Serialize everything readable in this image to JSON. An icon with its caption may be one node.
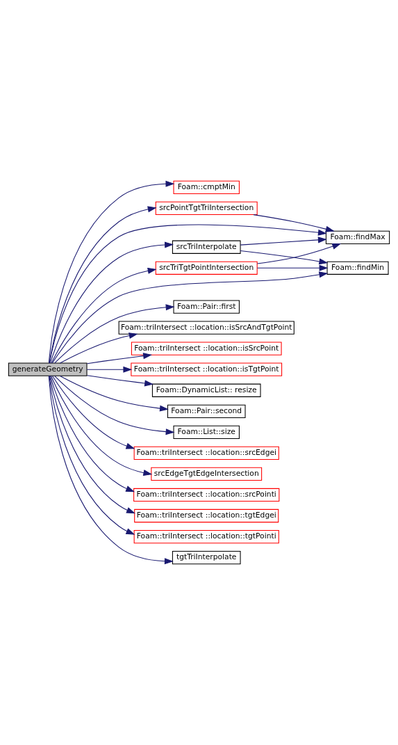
{
  "diagram": {
    "nodes": [
      {
        "text": [
          "generateGeometry"
        ]
      },
      {
        "text": [
          "Foam::cmptMin"
        ]
      },
      {
        "text": [
          "srcPointTgtTriIntersection"
        ]
      },
      {
        "text": [
          "srcTriTgtPointIntersection"
        ]
      },
      {
        "text": [
          "srcTriInterpolate"
        ]
      },
      {
        "text": [
          "Foam::findMax"
        ]
      },
      {
        "text": [
          "Foam::findMin"
        ]
      },
      {
        "text": [
          "Foam::Pair::first"
        ]
      },
      {
        "text": [
          "Foam::triIntersect ::location::isSrcAndTgtPoint"
        ]
      },
      {
        "text": [
          "Foam::triIntersect ::location::isSrcPoint"
        ]
      },
      {
        "text": [
          "Foam::triIntersect ::location::isTgtPoint"
        ]
      },
      {
        "text": [
          "Foam::DynamicList:: resize"
        ]
      },
      {
        "text": [
          "Foam::Pair::second"
        ]
      },
      {
        "text": [
          "Foam::List::size"
        ]
      },
      {
        "text": [
          "Foam::triIntersect ::location::srcEdgei"
        ]
      },
      {
        "text": [
          "srcEdgeTgtEdgeIntersection"
        ]
      },
      {
        "text": [
          "Foam::triIntersect ::location::srcPointi"
        ]
      },
      {
        "text": [
          "Foam::triIntersect ::location::tgtEdgei"
        ]
      },
      {
        "text": [
          "Foam::triIntersect ::location::tgtPointi"
        ]
      },
      {
        "text": [
          "tgtTriInterpolate"
        ]
      }
    ],
    "edges": [
      {
        "from": 0,
        "to": 1,
        "arrow": "to"
      },
      {
        "from": 0,
        "to": 2,
        "arrow": "to"
      },
      {
        "from": 0,
        "to": 5,
        "arrow": "to"
      },
      {
        "from": 0,
        "to": 3,
        "arrow": "to"
      },
      {
        "from": 0,
        "to": 4,
        "arrow": "to"
      },
      {
        "from": 0,
        "to": 6,
        "arrow": "to"
      },
      {
        "from": 0,
        "to": 7,
        "arrow": "to"
      },
      {
        "from": 0,
        "to": 8,
        "arrow": "to"
      },
      {
        "from": 0,
        "to": 9,
        "arrow": "to"
      },
      {
        "from": 0,
        "to": 10,
        "arrow": "to"
      },
      {
        "from": 0,
        "to": 11,
        "arrow": "to"
      },
      {
        "from": 0,
        "to": 12,
        "arrow": "to"
      },
      {
        "from": 0,
        "to": 13,
        "arrow": "to"
      },
      {
        "from": 0,
        "to": 14,
        "arrow": "to"
      },
      {
        "from": 0,
        "to": 15,
        "arrow": "to"
      },
      {
        "from": 0,
        "to": 16,
        "arrow": "to"
      },
      {
        "from": 0,
        "to": 17,
        "arrow": "to"
      },
      {
        "from": 0,
        "to": 18,
        "arrow": "to"
      },
      {
        "from": 0,
        "to": 19,
        "arrow": "to"
      },
      {
        "from": 2,
        "to": 5,
        "arrow": "to"
      },
      {
        "from": 3,
        "to": 5,
        "arrow": "to"
      },
      {
        "from": 3,
        "to": 6,
        "arrow": "to"
      },
      {
        "from": 4,
        "to": 5,
        "arrow": "to"
      },
      {
        "from": 4,
        "to": 6,
        "arrow": "to"
      }
    ]
  }
}
